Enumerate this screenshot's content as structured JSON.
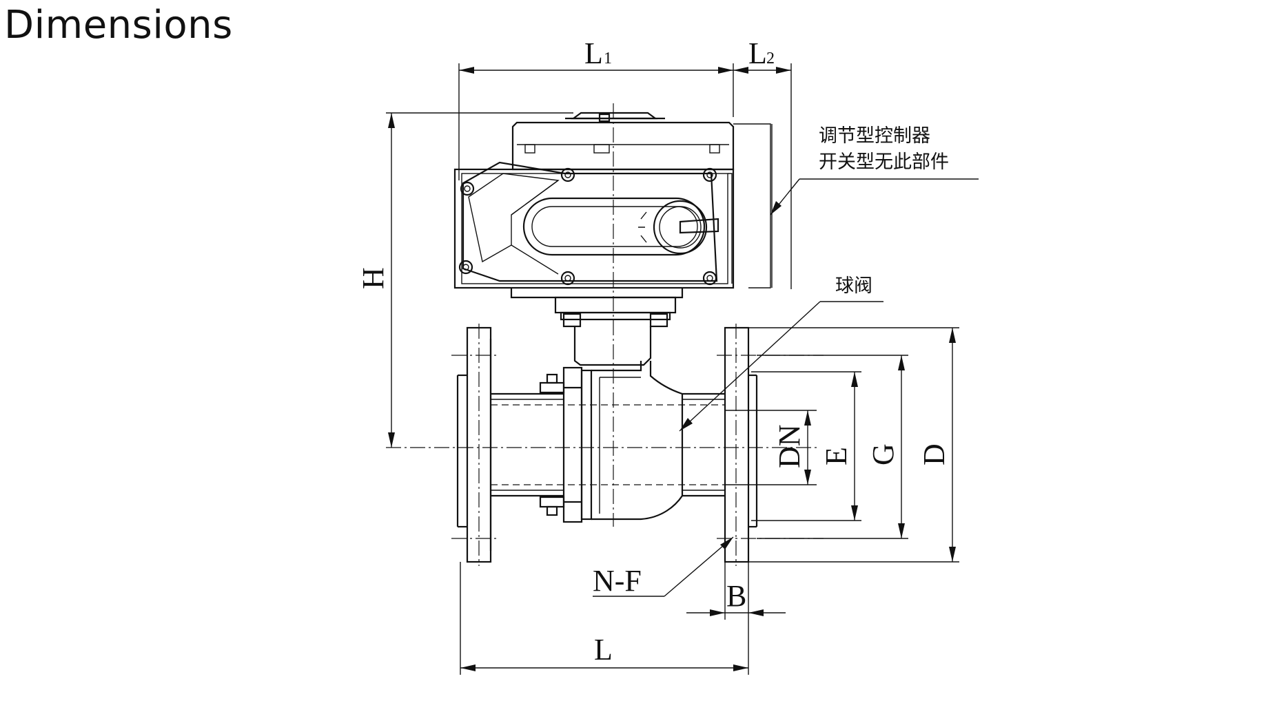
{
  "title": "Dimensions",
  "dimension_labels": {
    "L1": {
      "main": "L",
      "sub": "1"
    },
    "L2": {
      "main": "L",
      "sub": "2"
    },
    "H": "H",
    "DN": "DN",
    "E": "E",
    "G": "G",
    "D": "D",
    "NF": "N-F",
    "B": "B",
    "L": "L"
  },
  "notes": {
    "controller_line1": "调节型控制器",
    "controller_line2": "开关型无此部件",
    "ball_valve": "球阀"
  }
}
